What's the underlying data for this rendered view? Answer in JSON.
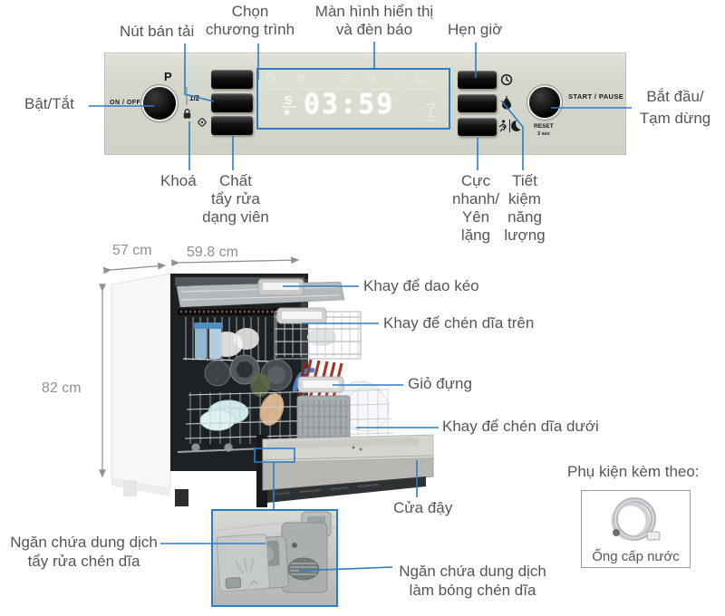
{
  "colors": {
    "accent_blue": "#2e7cc6",
    "label_gray": "#54565b",
    "dimension_gray": "#8d8f92",
    "panel_bg": "#d4d7cb",
    "button_black": "#141414"
  },
  "panel": {
    "on_off": "ON / OFF",
    "program": "P",
    "half_load": "1/2",
    "start_pause": "START / PAUSE",
    "reset": "RESET",
    "reset_sub": "3 sec",
    "display_time": "03:59",
    "salt": "S",
    "rinse": "*"
  },
  "callouts": {
    "power": "Bật/Tắt",
    "half_load": "Nút bán tải",
    "program": [
      "Chọn",
      "chương trình"
    ],
    "display": [
      "Màn hình hiển thị",
      "và đèn báo"
    ],
    "timer": "Hẹn giờ",
    "start_pause": [
      "Bắt đầu/",
      "Tạm dừng"
    ],
    "lock": "Khoá",
    "detergent_tablet": [
      "Chất",
      "tẩy rửa",
      "dạng viên"
    ],
    "quick_quiet": [
      "Cực",
      "nhanh/",
      "Yên",
      "lặng"
    ],
    "energy_saving": [
      "Tiết",
      "kiệm",
      "năng",
      "lượng"
    ]
  },
  "dimensions": {
    "depth": "57 cm",
    "width": "59.8 cm",
    "height": "82 cm"
  },
  "parts": {
    "cutlery_tray": "Khay để dao kéo",
    "upper_rack": "Khay để chén dĩa trên",
    "basket": "Giỏ đựng",
    "lower_rack": "Khay để chén dĩa dưới",
    "door": "Cửa đậy",
    "detergent_dispenser": [
      "Ngăn chứa dung dịch",
      "tẩy rửa chén dĩa"
    ],
    "rinse_dispenser": [
      "Ngăn chứa dung dịch",
      "làm bóng chén dĩa"
    ]
  },
  "accessory": {
    "heading": "Phụ kiện kèm theo:",
    "item": "Ống cấp nước"
  }
}
